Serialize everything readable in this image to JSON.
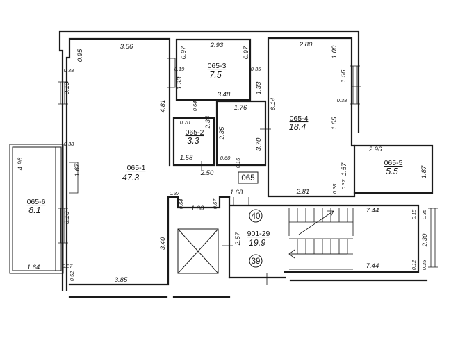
{
  "plan": {
    "apartment_label": "065",
    "stair_marks": [
      "40",
      "39"
    ],
    "rooms": {
      "r1": {
        "id": "065-1",
        "area": "47.3"
      },
      "r2": {
        "id": "065-2",
        "area": "3.3"
      },
      "r3": {
        "id": "065-3",
        "area": "7.5"
      },
      "r4": {
        "id": "065-4",
        "area": "18.4"
      },
      "r5": {
        "id": "065-5",
        "area": "5.5"
      },
      "r6": {
        "id": "065-6",
        "area": "8.1"
      },
      "r7": {
        "id": "901-29",
        "area": "19.9"
      }
    },
    "dims": {
      "d366": "3.66",
      "d095": "0.95",
      "d038a": "0.38",
      "d313a": "3.13",
      "d038b": "0.38",
      "d167": "1.67",
      "d496": "4.96",
      "d313b": "3.13",
      "d164": "1.64",
      "d037a": "0.37",
      "d052": "0.52",
      "d385": "3.85",
      "d340": "3.40",
      "d037b": "0.37",
      "d064a": "0.64",
      "d160": "1.60",
      "d067": "0.67",
      "d168": "1.68",
      "d481": "4.81",
      "d293": "2.93",
      "d097a": "0.97",
      "d097b": "0.97",
      "d019": "0.19",
      "d035a": "0.35",
      "d133a": "1.33",
      "d133b": "1.33",
      "d348": "3.48",
      "d064b": "0.64",
      "d070": "0.70",
      "d234": "2.34",
      "d176": "1.76",
      "d235": "2.35",
      "d370": "3.70",
      "d614": "6.14",
      "d158": "1.58",
      "d060": "0.60",
      "d015a": "0.15",
      "d250": "2.50",
      "d280": "2.80",
      "d100": "1.00",
      "d156": "1.56",
      "d038c": "0.38",
      "d165": "1.65",
      "d296": "2.96",
      "d157": "1.57",
      "d187": "1.87",
      "d281": "2.81",
      "d037c": "0.37",
      "d038d": "0.38",
      "d744a": "7.44",
      "d744b": "7.44",
      "d015b": "0.15",
      "d035b": "0.35",
      "d230": "2.30",
      "d012": "0.12",
      "d035c": "0.35",
      "d257": "2.57"
    }
  }
}
